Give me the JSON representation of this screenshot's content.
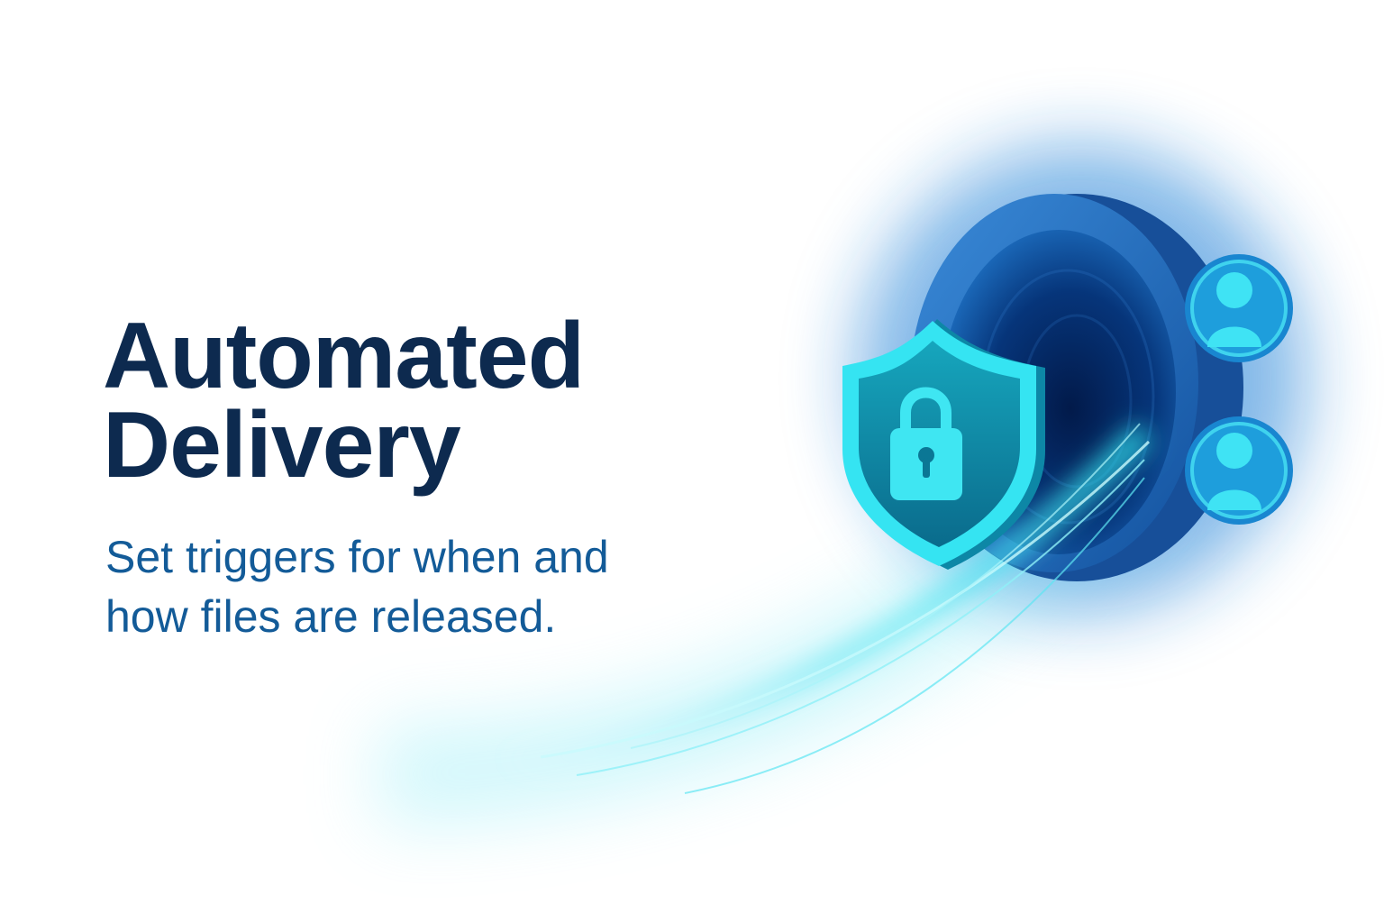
{
  "hero": {
    "title_line1": "Automated",
    "title_line2": "Delivery",
    "subtitle_line1": "Set triggers for when and",
    "subtitle_line2": "how files are released."
  },
  "illustration": {
    "icons": [
      "tunnel-portal",
      "shield-lock-icon",
      "user-icon",
      "user-icon"
    ]
  },
  "colors": {
    "title": "#0d2a4f",
    "subtitle": "#135b98",
    "accent_cyan": "#2ee6f0",
    "portal_blue": "#1f6fc0"
  }
}
